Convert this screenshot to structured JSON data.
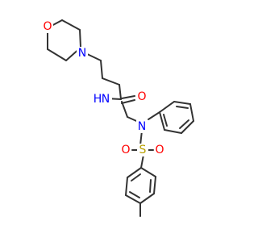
{
  "colors": {
    "bond": "#333333",
    "carbon": "#333333",
    "oxygen": "#ff0000",
    "nitrogen": "#0000ff",
    "sulfur": "#b8a000",
    "background": "#ffffff"
  },
  "atoms": {
    "morpholine_oxygen": "O",
    "morpholine_nitrogen": "N",
    "amide_nitrogen": "N",
    "amide_hydrogen": "H",
    "amide_oxygen": "O",
    "sulfonamide_nitrogen": "N",
    "sulfur": "S",
    "sulfonyl_oxygen_left": "O",
    "sulfonyl_oxygen_right": "O"
  }
}
